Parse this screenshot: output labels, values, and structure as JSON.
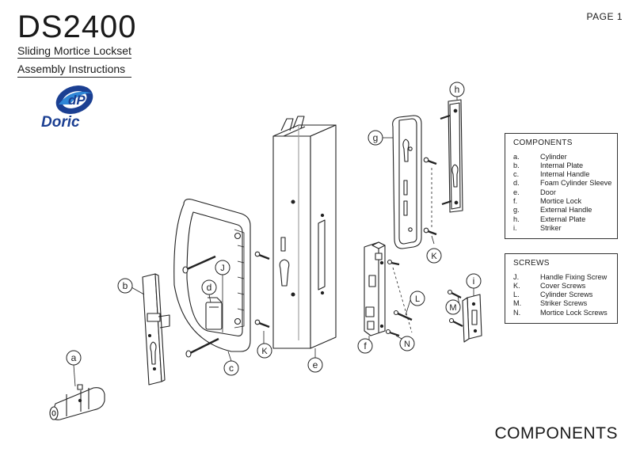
{
  "header": {
    "model": "DS2400",
    "subtitle": "Sliding Mortice Lockset",
    "doc_title": "Assembly Instructions",
    "page_label": "PAGE 1"
  },
  "logo": {
    "text": "Doric",
    "initials": "dP",
    "colors": {
      "dark": "#1b3f92",
      "light": "#2f86d6"
    }
  },
  "footer": {
    "section_title": "COMPONENTS"
  },
  "components_panel": {
    "title": "COMPONENTS",
    "items": [
      {
        "key": "a.",
        "label": "Cylinder"
      },
      {
        "key": "b.",
        "label": "Internal Plate"
      },
      {
        "key": "c.",
        "label": "Internal Handle"
      },
      {
        "key": "d.",
        "label": "Foam Cylinder Sleeve"
      },
      {
        "key": "e.",
        "label": "Door"
      },
      {
        "key": "f.",
        "label": "Mortice Lock"
      },
      {
        "key": "g.",
        "label": "External Handle"
      },
      {
        "key": "h.",
        "label": "External Plate"
      },
      {
        "key": "i.",
        "label": "Striker"
      }
    ]
  },
  "screws_panel": {
    "title": "SCREWS",
    "items": [
      {
        "key": "J.",
        "label": "Handle Fixing Screw"
      },
      {
        "key": "K.",
        "label": "Cover Screws"
      },
      {
        "key": "L.",
        "label": "Cylinder Screws"
      },
      {
        "key": "M.",
        "label": "Striker Screws"
      },
      {
        "key": "N.",
        "label": "Mortice Lock Screws"
      }
    ]
  },
  "callouts": {
    "a": "a",
    "b": "b",
    "c": "c",
    "d": "d",
    "e": "e",
    "f": "f",
    "g": "g",
    "h": "h",
    "i": "i",
    "J": "J",
    "K1": "K",
    "K2": "K",
    "L": "L",
    "M": "M",
    "N": "N"
  }
}
